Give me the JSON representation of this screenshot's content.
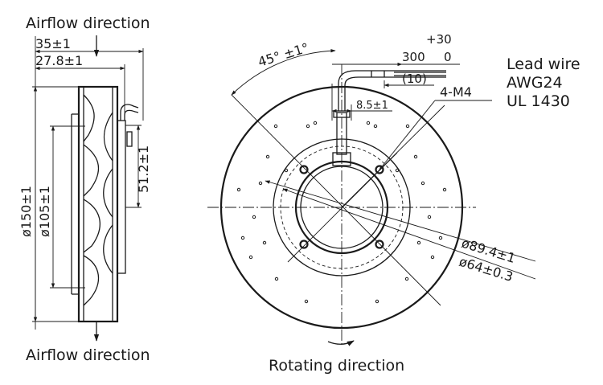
{
  "labels": {
    "airflow_top": "Airflow direction",
    "airflow_bottom": "Airflow direction",
    "rotating": "Rotating direction",
    "dim_depth_total": "35±1",
    "dim_depth_body": "27.8±1",
    "dim_outer_dia": "ø150±1",
    "dim_inner_dia": "ø105±1",
    "dim_side_height": "51.2±1",
    "angle": "45° ±1°",
    "tol_plus": "+30",
    "lead_len": "300",
    "tol_zero": "0",
    "lead_strip": "(10)",
    "lead_wire_1": "Lead wire",
    "lead_wire_2": "AWG24",
    "lead_wire_3": "UL 1430",
    "bushing": "8.5±1",
    "holes": "4-M4",
    "dia_pcd": "ø89.4±1",
    "dia_hub": "ø64±0.3"
  }
}
